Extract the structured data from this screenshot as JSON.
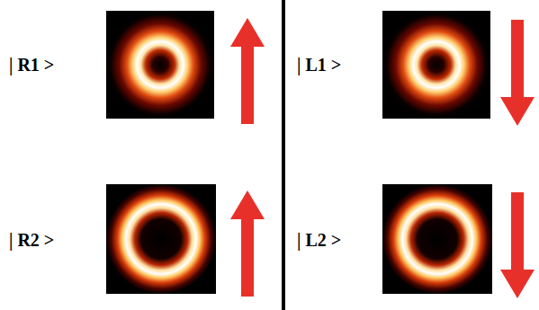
{
  "diagram": {
    "labels": [
      "| R1 >",
      "| L1 >",
      "| R2 >",
      "| L2 >"
    ]
  }
}
